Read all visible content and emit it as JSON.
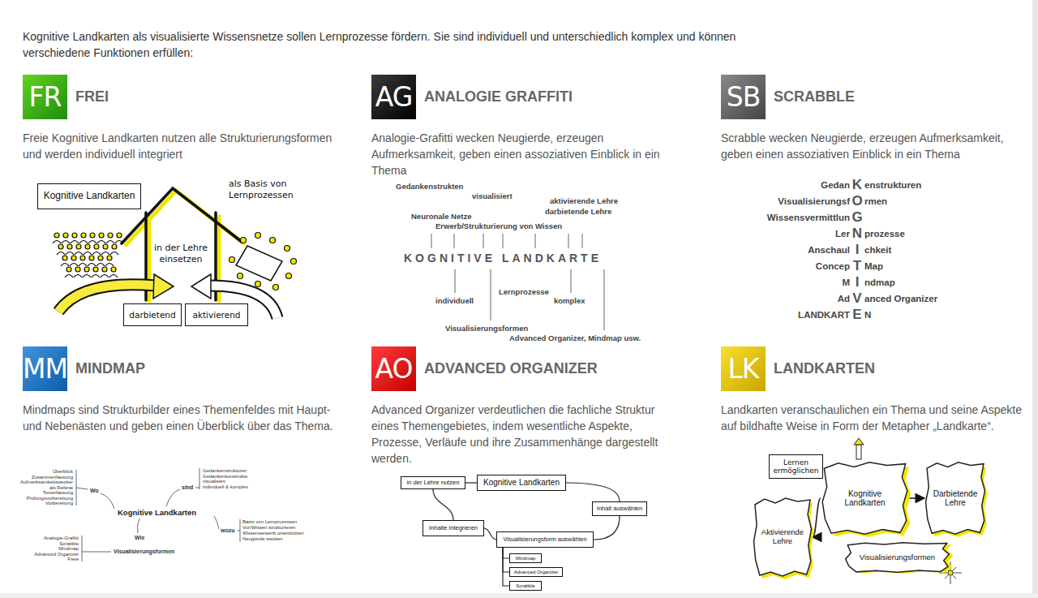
{
  "diagram": {
    "title": "Kognitive Landkarten als visualisierte Wissensnetze sollen Lernprozesse fördern. Sie sind individuell und unterschiedlich komplex und können verschiedene Funktionen erfüllen:",
    "nodes": [
      {
        "text": [
          "FR",
          "FREI"
        ]
      },
      {
        "text": [
          "Kognitive Landkarten"
        ]
      },
      {
        "text": [
          "darbietend"
        ]
      },
      {
        "text": [
          "aktivierend"
        ]
      },
      {
        "text": [
          "AG",
          "ANALOGIE GRAFFITI"
        ]
      },
      {
        "text": [
          "SB",
          "SCRABBLE"
        ]
      },
      {
        "text": [
          "MM",
          "MINDMAP"
        ]
      },
      {
        "text": [
          "AO",
          "ADVANCED ORGANIZER"
        ]
      },
      {
        "text": [
          "in der Lehre nutzen"
        ]
      },
      {
        "text": [
          "Kognitive Landkarten"
        ]
      },
      {
        "text": [
          "Inhalt auswählen"
        ]
      },
      {
        "text": [
          "Inhalte integrieren"
        ]
      },
      {
        "text": [
          "Visualisierungsform auswählen"
        ]
      },
      {
        "text": [
          "Mindmap"
        ]
      },
      {
        "text": [
          "Advanced Organizer"
        ]
      },
      {
        "text": [
          "Scrabble"
        ]
      },
      {
        "text": [
          "LK",
          "LANDKARTEN"
        ]
      },
      {
        "text": [
          "Lernen ermöglichen"
        ]
      },
      {
        "text": [
          "Kognitive Landkarten"
        ]
      },
      {
        "text": [
          "Darbietende Lehre"
        ]
      },
      {
        "text": [
          "Aktivierende Lehre"
        ]
      },
      {
        "text": [
          "Visualisierungsformen"
        ]
      }
    ],
    "edges": [
      {
        "from": 8,
        "to": 9,
        "arrow": "none"
      },
      {
        "from": 9,
        "to": 10,
        "arrow": "none"
      },
      {
        "from": 10,
        "to": 12,
        "arrow": "none"
      },
      {
        "from": 8,
        "to": 11,
        "arrow": "none"
      },
      {
        "from": 11,
        "to": 12,
        "arrow": "none"
      },
      {
        "from": 12,
        "to": 13,
        "arrow": "none"
      },
      {
        "from": 12,
        "to": 14,
        "arrow": "none"
      },
      {
        "from": 12,
        "to": 15,
        "arrow": "none"
      },
      {
        "from": 18,
        "to": 19,
        "arrow": "to"
      },
      {
        "from": 18,
        "to": 20,
        "arrow": "to"
      }
    ],
    "labels": [
      "Freie Kognitive Landkarten nutzen alle Strukturierungsformen und werden individuell integriert",
      "als Basis von Lernprozessen",
      "in der Lehre einsetzen",
      "Analogie-Grafitti wecken Neugierde, erzeugen Aufmerksamkeit, geben einen assoziativen Einblick in ein Thema",
      "Gedankenstrukten",
      "visualisiert",
      "aktivierende Lehre",
      "darbietende Lehre",
      "Neuronale Netze",
      "Erwerb/Strukturierung von Wissen",
      "KOGNITIVE LANDKARTE",
      "individuell",
      "Lernprozesse",
      "komplex",
      "Visualisierungsformen",
      "Advanced Organizer, Mindmap usw.",
      "Scrabble wecken Neugierde, erzeugen Aufmerksamkeit, geben einen assoziativen Einblick in ein Thema",
      "Gedan",
      "K",
      "enstrukturen",
      "Visualisierungsf",
      "O",
      "rmen",
      "Wissensvermittlun",
      "G",
      "Ler",
      "N",
      "prozesse",
      "Anschaul",
      "I",
      "chkeit",
      "Concep",
      "T",
      "Map",
      "M",
      "I",
      "ndmap",
      "Ad",
      "V",
      "anced Organizer",
      "LANDKART",
      "E",
      "N",
      "Mindmaps sind Strukturbilder eines Themenfeldes mit Haupt- und Nebenästen und geben einen Überblick über das Thema.",
      "Kognitive Landkarten",
      "Wo",
      "Überblick",
      "Zusammenfassung",
      "Aufmerksamkeitswecker",
      "als Referat",
      "Texterfassung",
      "Prüfungsvorbereitung",
      "Vorbereitung",
      "sind",
      "Gedankenstrukturen",
      "Gedankenkonstrukte",
      "visualisiert",
      "individuell & komplex",
      "wozu",
      "Basis von Lernprozessen",
      "Vor/Wissen strukturieren",
      "Wissenserwerb unterstützen",
      "Neugierde wecken",
      "Wie",
      "Visualisierungsformen",
      "Analogie-Grafitti",
      "Scrabble",
      "Mindmap",
      "Advanced Organizer",
      "Freie",
      "Advanced Organizer verdeutlichen die fachliche Struktur eines Themengebietes, indem wesentliche Aspekte, Prozesse, Verläufe und ihre Zusammenhänge dargestellt werden.",
      "Landkarten veranschaulichen ein Thema und seine Aspekte auf bildhafte Weise in Form der Metapher „Landkarte“."
    ]
  }
}
